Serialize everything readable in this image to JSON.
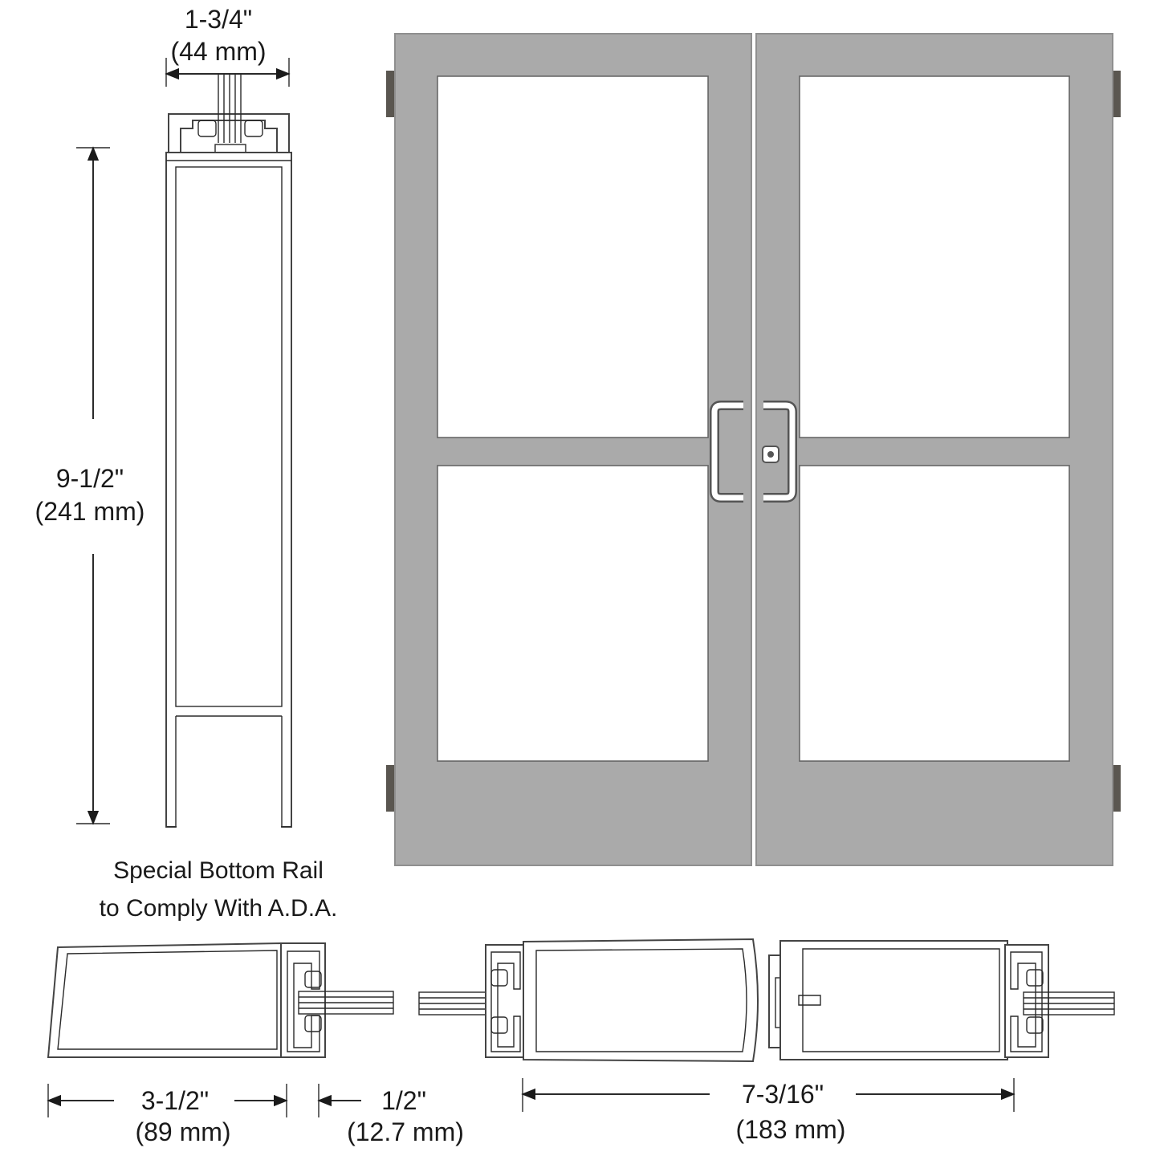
{
  "dimensions": {
    "top_width": {
      "imperial": "1-3/4\"",
      "metric": "(44 mm)"
    },
    "height": {
      "imperial": "9-1/2\"",
      "metric": "(241 mm)"
    },
    "bottom_left_width": {
      "imperial": "3-1/2\"",
      "metric": "(89 mm)"
    },
    "gap": {
      "imperial": "1/2\"",
      "metric": "(12.7 mm)"
    },
    "pair_width": {
      "imperial": "7-3/16\"",
      "metric": "(183 mm)"
    }
  },
  "note": {
    "line1": "Special Bottom Rail",
    "line2": "to Comply With A.D.A."
  },
  "colors": {
    "door_frame": "#aaaaaa",
    "door_edge": "#8f8f8f",
    "hinge": "#5a5650",
    "line": "#2a2a2a"
  }
}
